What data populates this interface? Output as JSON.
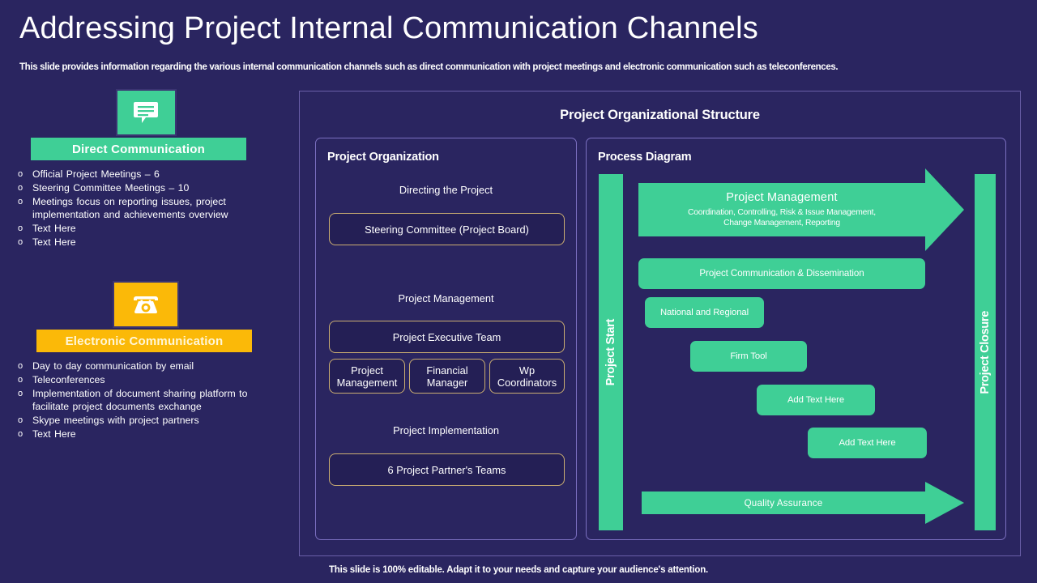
{
  "slide": {
    "title": "Addressing Project Internal Communication Channels",
    "subtitle": "This slide provides information regarding the various internal communication channels such as direct communication with project meetings and electronic communication such as teleconferences.",
    "footer": "This slide is 100% editable. Adapt it to your needs and capture your audience's attention."
  },
  "colors": {
    "background": "#2a2560",
    "accent_green": "#3fcf96",
    "accent_amber": "#fbb908",
    "panel_border": "#6a5fa8",
    "org_box_border": "#cbae72",
    "org_box_fill": "#241f55"
  },
  "left": {
    "direct": {
      "icon": "speech-bubble-icon",
      "banner": "Direct Communication",
      "bullets": [
        "Official Project Meetings – 6",
        "Steering Committee Meetings – 10",
        "Meetings focus on reporting issues, project implementation and achievements overview",
        "Text Here",
        "Text Here"
      ]
    },
    "electronic": {
      "icon": "telephone-icon",
      "banner": "Electronic Communication",
      "bullets": [
        "Day to day communication by email",
        "Teleconferences",
        "Implementation of document sharing platform to facilitate project documents exchange",
        "Skype meetings with project partners",
        "Text Here"
      ]
    }
  },
  "main": {
    "title": "Project Organizational Structure",
    "org_panel": {
      "title": "Project Organization",
      "caption_1": "Directing the Project",
      "box_1": "Steering Committee (Project Board)",
      "caption_2": "Project Management",
      "box_2": "Project Executive Team",
      "sub_boxes": [
        "Project Management",
        "Financial Manager",
        "Wp Coordinators"
      ],
      "caption_3": "Project Implementation",
      "box_3": "6 Project Partner's Teams"
    },
    "process_panel": {
      "title": "Process Diagram",
      "start_label": "Project Start",
      "closure_label": "Project Closure",
      "top_arrow": {
        "title": "Project Management",
        "subtitle_line_1": "Coordination, Controlling, Risk & Issue Management,",
        "subtitle_line_2": "Change Management, Reporting"
      },
      "comm_box": "Project Communication & Dissemination",
      "steps": [
        "National and Regional",
        "Firm Tool",
        "Add Text Here",
        "Add Text Here"
      ],
      "bottom_arrow": "Quality Assurance"
    }
  }
}
